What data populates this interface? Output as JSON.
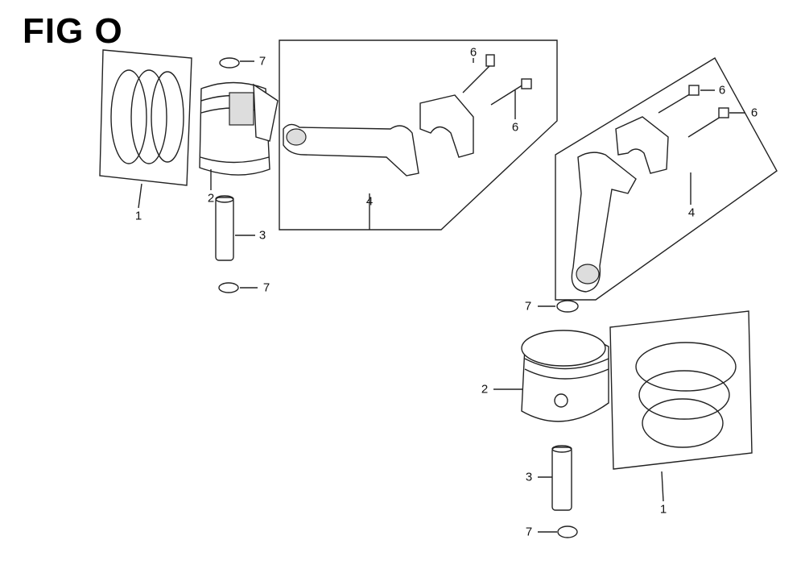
{
  "title": "FIG O",
  "callouts": {
    "left_7_top": "7",
    "left_1": "1",
    "left_2": "2",
    "left_3": "3",
    "left_7_bottom": "7",
    "left_4": "4",
    "left_6_a": "6",
    "left_6_b": "6",
    "right_6_a": "6",
    "right_6_b": "6",
    "right_4": "4",
    "right_7_top": "7",
    "right_2": "2",
    "right_1": "1",
    "right_3": "3",
    "right_7_bottom": "7"
  }
}
